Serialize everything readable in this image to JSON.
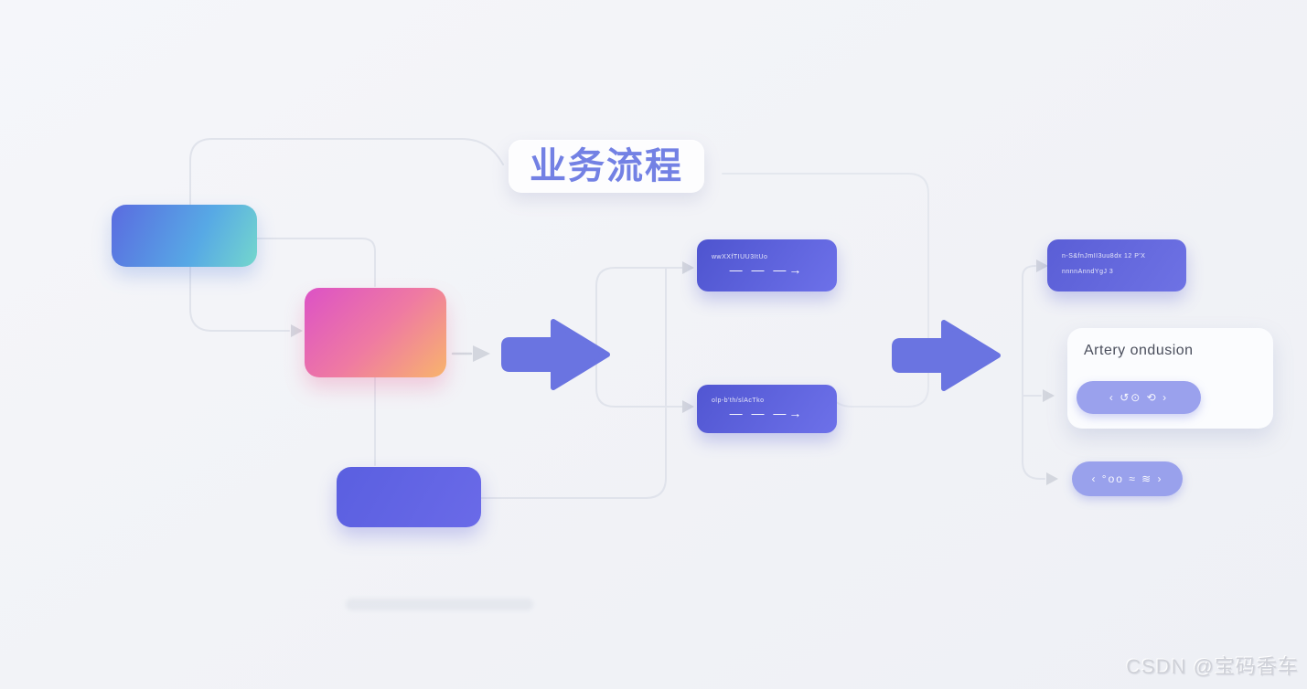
{
  "title": {
    "label": "业务流程",
    "color": "#7381e4"
  },
  "nodes": {
    "blue_box": {
      "gradient": [
        "#5a6be0",
        "#57a9e5",
        "#74d7cd"
      ]
    },
    "pink_box": {
      "gradient": [
        "#dc52c6",
        "#ef7aa2",
        "#f8b46c"
      ]
    },
    "purple_box": {
      "gradient": [
        "#5a5fe0",
        "#6a6ae8"
      ]
    },
    "mid_top_box": {
      "label": "wwXXfTIUU3ItUo",
      "dash_arrow": "— — —→"
    },
    "mid_bottom_box": {
      "label": "olp-b'th/slAcTko",
      "dash_arrow": "— — —→"
    },
    "right_top_box": {
      "line1": "n-S&fnJmII3uu8dx 12 P'X",
      "line2": "nnnnAnndYgJ 3"
    },
    "artery_card": {
      "title": "Artery ondusion",
      "pill_label": "‹  ↺⊙ ⟲  ›"
    },
    "bottom_pill": {
      "label": "‹  °oo ≈ ≋  ›"
    }
  },
  "colors": {
    "background": "#f2f3f7",
    "big_arrow": "#6a74e1",
    "connector": "#e0e3eb",
    "connector_arrowhead": "#d3d6de",
    "card_background": "#fbfcfe",
    "pill_background": "#9aa1ed"
  },
  "watermark": {
    "text": "CSDN @宝码香车",
    "color": "#cfd1d8"
  }
}
